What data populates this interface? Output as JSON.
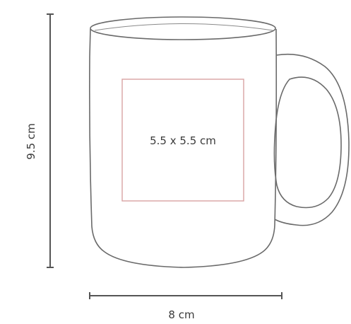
{
  "diagram": {
    "height_label": "9.5 cm",
    "width_label": "8 cm",
    "print_area_label": "5.5 x 5.5 cm",
    "colors": {
      "outline": "#6a6a6a",
      "dimension_line": "#555555",
      "print_area_border": "#d9a3a3",
      "text": "#3a3a3a",
      "background": "#ffffff"
    }
  }
}
